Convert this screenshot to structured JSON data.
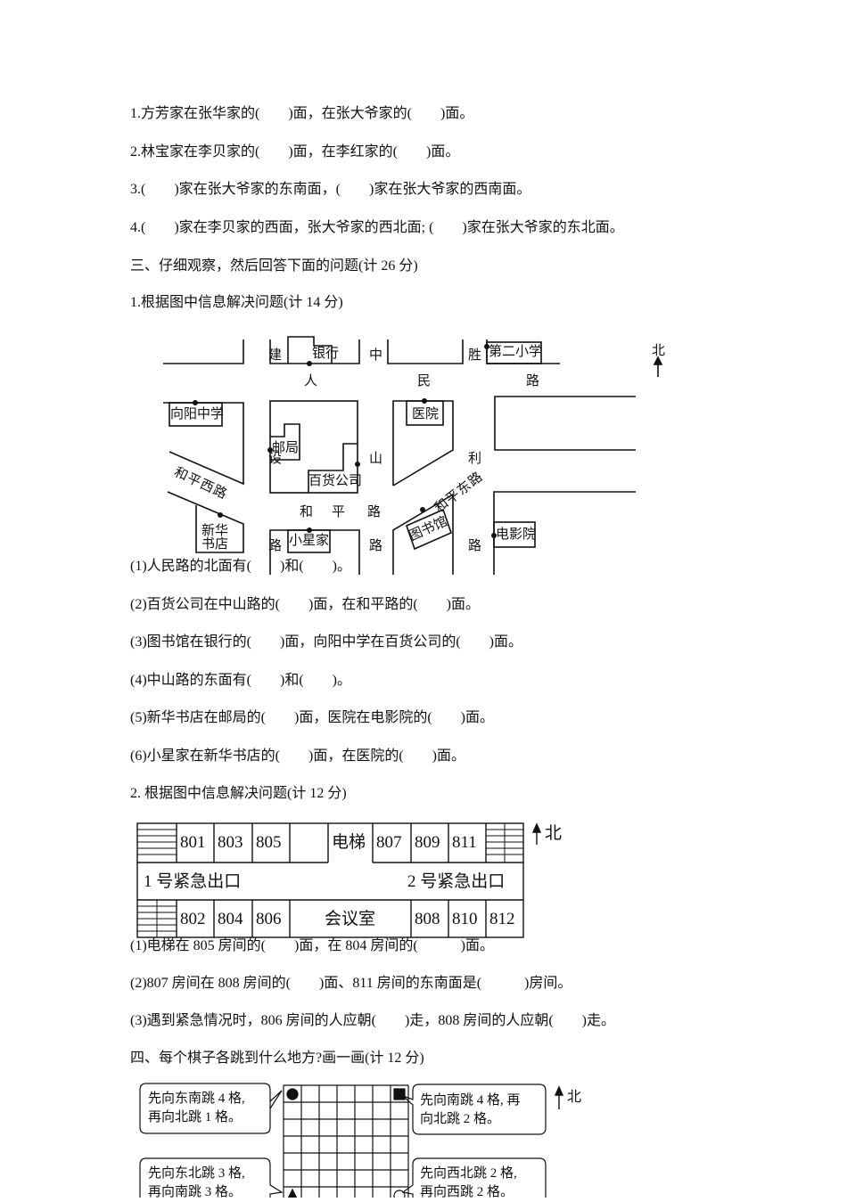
{
  "part2_questions": [
    "1.方芳家在张华家的(　　)面，在张大爷家的(　　)面。",
    "2.林宝家在李贝家的(　　)面，在李红家的(　　)面。",
    "3.(　　)家在张大爷家的东南面，(　　)家在张大爷家的西南面。",
    "4.(　　)家在李贝家的西面，张大爷家的西北面; (　　)家在张大爷家的东北面。"
  ],
  "section3_title": "三、仔细观察，然后回答下面的问题(计 26  分)",
  "q1_title": "1.根据图中信息解决问题(计 14 分)",
  "map": {
    "places": [
      "银行",
      "第二小学",
      "向阳中学",
      "邮局",
      "百货公司",
      "医院",
      "新华书店",
      "小星家",
      "图书馆",
      "电影院"
    ],
    "roads": {
      "renmin": [
        "人",
        "民",
        "路"
      ],
      "jianshe": [
        "建",
        "设",
        "路"
      ],
      "zhongshan": [
        "中",
        "山",
        "路"
      ],
      "shengli": [
        "胜",
        "利",
        "路"
      ],
      "heping": [
        "和",
        "平",
        "路"
      ],
      "heping_west": "和平西路",
      "heping_east": "和平东路"
    },
    "north": "北"
  },
  "q1_items": [
    "(1)人民路的北面有(　　)和(　　)。",
    "(2)百货公司在中山路的(　　)面，在和平路的(　　)面。",
    "(3)图书馆在银行的(　　)面，向阳中学在百货公司的(　　)面。",
    "(4)中山路的东面有(　　)和(　　)。",
    "(5)新华书店在邮局的(　　)面，医院在电影院的(　　)面。",
    "(6)小星家在新华书店的(　　)面，在医院的(　　)面。"
  ],
  "q2_title": "2.  根据图中信息解决问题(计 12 分)",
  "floor": {
    "top_rooms": [
      "801",
      "803",
      "805",
      "807",
      "809",
      "811"
    ],
    "elevator": "电梯",
    "exit1": "1 号紧急出口",
    "exit2": "2 号紧急出口",
    "bottom_rooms": [
      "802",
      "804",
      "806",
      "808",
      "810",
      "812"
    ],
    "meeting": "会议室",
    "north": "北"
  },
  "q2_items": [
    "(1)电梯在 805 房间的(　　)面，在 804 房间的(　　　)面。",
    "(2)807 房间在 808 房间的(　　)面、811 房间的东南面是(　　　)房间。",
    "(3)遇到紧急情况时，806  房间的人应朝(　　)走，808 房间的人应朝(　　)走。"
  ],
  "section4_title": "四、每个棋子各跳到什么地方?画一画(计 12  分)",
  "chess": {
    "bubbles": [
      [
        "先向东南跳 4 格,",
        "再向北跳 1 格。"
      ],
      [
        "先向南跳 4 格, 再",
        "向北跳 2 格。"
      ],
      [
        "先向东北跳 3 格,",
        "再向南跳 3 格。"
      ],
      [
        "先向西北跳 2 格,",
        "再向西跳 2 格。"
      ]
    ],
    "north": "北"
  }
}
